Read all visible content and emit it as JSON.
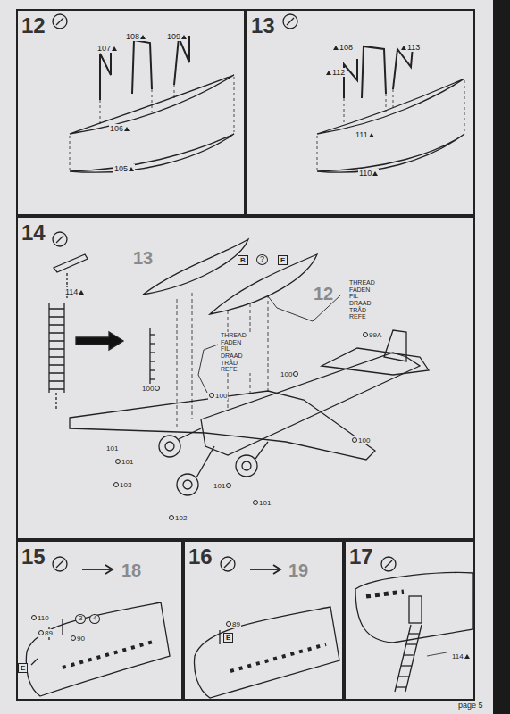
{
  "diagram": {
    "nodes": [
      {
        "text": [
          "12"
        ]
      },
      {
        "text": [
          "13"
        ]
      },
      {
        "text": [
          "14"
        ]
      },
      {
        "text": [
          "15"
        ]
      },
      {
        "text": [
          "16"
        ]
      },
      {
        "text": [
          "17"
        ]
      }
    ],
    "labels": [
      "107",
      "108",
      "109",
      "106",
      "105",
      "108",
      "113",
      "112",
      "111",
      "110",
      "13",
      "12",
      "B",
      "?",
      "E",
      "THREAD FADEN FIL DRAAD TRÅD REFE",
      "99A",
      "THREAD FADEN FIL DRAAD TRÅD REFE",
      "114",
      "100",
      "100",
      "100",
      "100",
      "101",
      "101",
      "101",
      "101",
      "103",
      "102",
      "18",
      "110",
      "3",
      "4",
      "89",
      "90",
      "E",
      "19",
      "89",
      "E",
      "114",
      "page 5"
    ]
  }
}
